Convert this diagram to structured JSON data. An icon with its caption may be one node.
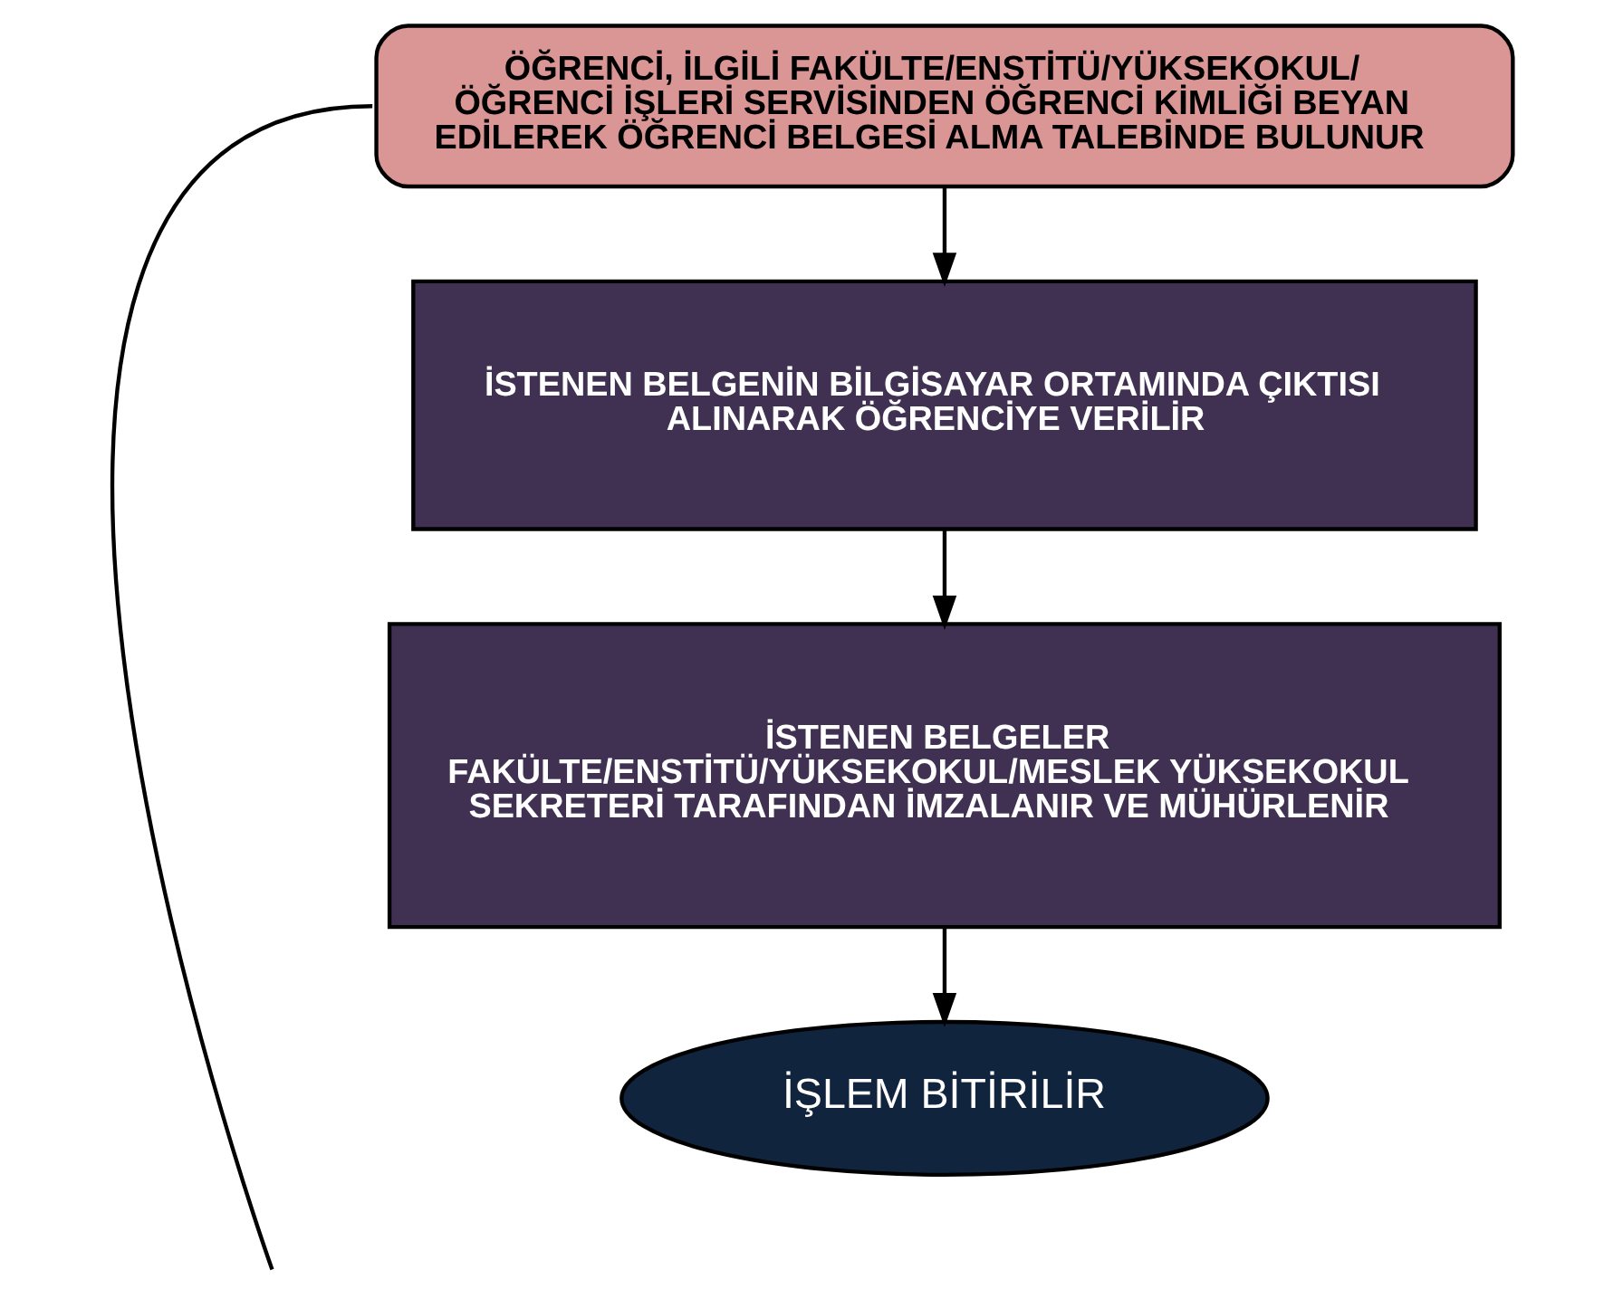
{
  "diagram": {
    "nodes": [
      {
        "text": [
          "ÖĞRENCİ, İLGİLİ FAKÜLTE/ENSTİTÜ/YÜKSEKOKUL/ ÖĞRENCİ İŞLERİ SERVİSİNDEN ÖĞRENCİ KİMLİĞİ BEYAN EDİLEREK ÖĞRENCİ BELGESİ ALMA TALEBİNDE BULUNUR"
        ]
      },
      {
        "text": [
          "İSTENEN BELGENİN BİLGİSAYAR ORTAMINDA ÇIKTISI ALINARAK ÖĞRENCİYE VERİLİR"
        ]
      },
      {
        "text": [
          "İSTENEN BELGELER FAKÜLTE/ENSTİTÜ/YÜKSEKOKUL/MESLEK YÜKSEKOKUL SEKRETERİ TARAFINDAN İMZALANIR VE MÜHÜRLENİR"
        ]
      },
      {
        "text": [
          "İŞLEM BİTİRİLİR"
        ]
      }
    ],
    "edges": [
      {
        "from": 0,
        "to": 1,
        "arrow": "to"
      },
      {
        "from": 1,
        "to": 2,
        "arrow": "to"
      },
      {
        "from": 2,
        "to": 3,
        "arrow": "to"
      },
      {
        "from": 0,
        "to": null,
        "arrow": "none"
      }
    ]
  }
}
